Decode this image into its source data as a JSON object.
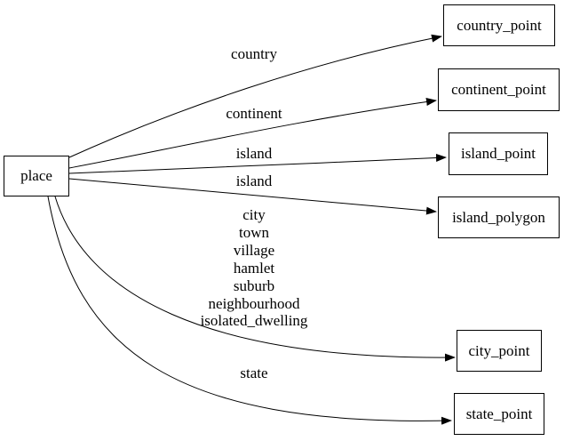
{
  "diagram": {
    "type": "digraph",
    "background_color": "#ffffff",
    "stroke_color": "#000000",
    "text_color": "#000000",
    "nodes": [
      {
        "id": "place",
        "label": "place"
      },
      {
        "id": "country_point",
        "label": "country_point"
      },
      {
        "id": "continent_point",
        "label": "continent_point"
      },
      {
        "id": "island_point",
        "label": "island_point"
      },
      {
        "id": "island_polygon",
        "label": "island_polygon"
      },
      {
        "id": "city_point",
        "label": "city_point"
      },
      {
        "id": "state_point",
        "label": "state_point"
      }
    ],
    "edges": [
      {
        "from": "place",
        "to": "country_point",
        "label": "country"
      },
      {
        "from": "place",
        "to": "continent_point",
        "label": "continent"
      },
      {
        "from": "place",
        "to": "island_point",
        "label": "island"
      },
      {
        "from": "place",
        "to": "island_polygon",
        "label": "island"
      },
      {
        "from": "place",
        "to": "city_point",
        "label_lines": [
          "city",
          "town",
          "village",
          "hamlet",
          "suburb",
          "neighbourhood",
          "isolated_dwelling"
        ]
      },
      {
        "from": "place",
        "to": "state_point",
        "label": "state"
      }
    ]
  }
}
